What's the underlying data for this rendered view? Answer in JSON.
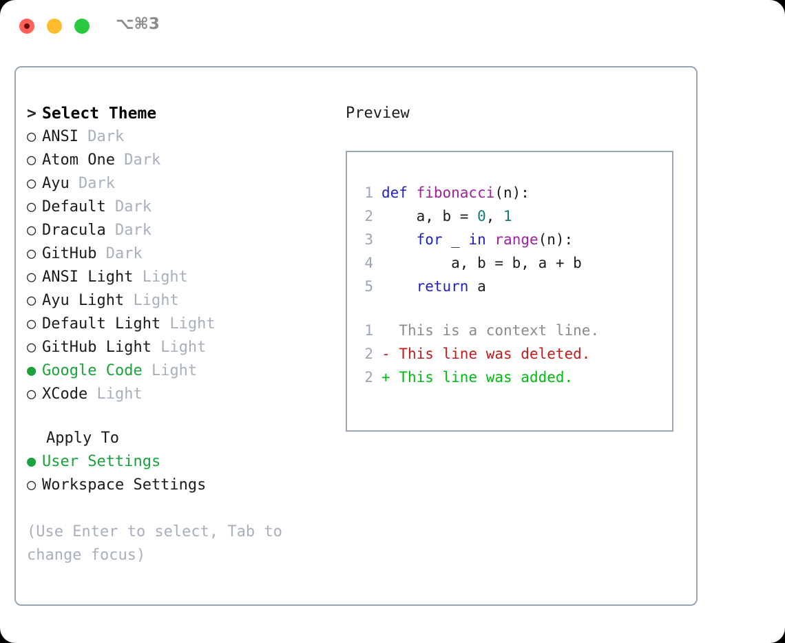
{
  "titlebar": {
    "buttons": [
      {
        "name": "close",
        "color": "#ff6058"
      },
      {
        "name": "minimize",
        "color": "#ffbd2e"
      },
      {
        "name": "maximize",
        "color": "#28c93f"
      }
    ],
    "shortcut": "⌥⌘3"
  },
  "left": {
    "prompt_caret": ">",
    "heading": "Select Theme",
    "themes": [
      {
        "selected": false,
        "bullet": "○",
        "name": "ANSI",
        "variant": "Dark"
      },
      {
        "selected": false,
        "bullet": "○",
        "name": "Atom One",
        "variant": "Dark"
      },
      {
        "selected": false,
        "bullet": "○",
        "name": "Ayu",
        "variant": "Dark"
      },
      {
        "selected": false,
        "bullet": "○",
        "name": "Default",
        "variant": "Dark"
      },
      {
        "selected": false,
        "bullet": "○",
        "name": "Dracula",
        "variant": "Dark"
      },
      {
        "selected": false,
        "bullet": "○",
        "name": "GitHub",
        "variant": "Dark"
      },
      {
        "selected": false,
        "bullet": "○",
        "name": "ANSI Light",
        "variant": "Light"
      },
      {
        "selected": false,
        "bullet": "○",
        "name": "Ayu Light",
        "variant": "Light"
      },
      {
        "selected": false,
        "bullet": "○",
        "name": "Default Light",
        "variant": "Light"
      },
      {
        "selected": false,
        "bullet": "○",
        "name": "GitHub Light",
        "variant": "Light"
      },
      {
        "selected": true,
        "bullet": "●",
        "name": "Google Code",
        "variant": "Light"
      },
      {
        "selected": false,
        "bullet": "○",
        "name": "XCode",
        "variant": "Light"
      }
    ],
    "apply_to_heading": "Apply To",
    "apply_to_options": [
      {
        "selected": true,
        "bullet": "●",
        "name": "User Settings"
      },
      {
        "selected": false,
        "bullet": "○",
        "name": "Workspace Settings"
      }
    ],
    "hint": "(Use Enter to select, Tab to change focus)"
  },
  "right": {
    "preview_title": "Preview",
    "code_lines": [
      {
        "no": "1",
        "tokens": [
          {
            "t": "def ",
            "c": "kw"
          },
          {
            "t": "fibonacci",
            "c": "fn"
          },
          {
            "t": "(n):",
            "c": "pln"
          }
        ]
      },
      {
        "no": "2",
        "tokens": [
          {
            "t": "    a, b = ",
            "c": "pln"
          },
          {
            "t": "0",
            "c": "num"
          },
          {
            "t": ", ",
            "c": "pln"
          },
          {
            "t": "1",
            "c": "num"
          }
        ]
      },
      {
        "no": "3",
        "tokens": [
          {
            "t": "    ",
            "c": "pln"
          },
          {
            "t": "for",
            "c": "kw"
          },
          {
            "t": " _ ",
            "c": "pln"
          },
          {
            "t": "in",
            "c": "kw"
          },
          {
            "t": " ",
            "c": "pln"
          },
          {
            "t": "range",
            "c": "fn"
          },
          {
            "t": "(n):",
            "c": "pln"
          }
        ]
      },
      {
        "no": "4",
        "tokens": [
          {
            "t": "        a, b = b, a + b",
            "c": "pln"
          }
        ]
      },
      {
        "no": "5",
        "tokens": [
          {
            "t": "    ",
            "c": "pln"
          },
          {
            "t": "return",
            "c": "kw"
          },
          {
            "t": " a",
            "c": "pln"
          }
        ]
      }
    ],
    "diff_lines": [
      {
        "no": "1",
        "marker": " ",
        "text": " This is a context line.",
        "kind": "ctx"
      },
      {
        "no": "2",
        "marker": "-",
        "text": " This line was deleted.",
        "kind": "del"
      },
      {
        "no": "2",
        "marker": "+",
        "text": " This line was added.",
        "kind": "add"
      }
    ]
  },
  "colors": {
    "accent_green": "#19a33a",
    "muted": "#a8b0bd",
    "border": "#9aa5b5",
    "keyword": "#2020c4",
    "function": "#a020a0",
    "number": "#107a74",
    "diff_delete": "#c41a1a",
    "diff_add": "#00bb11"
  }
}
